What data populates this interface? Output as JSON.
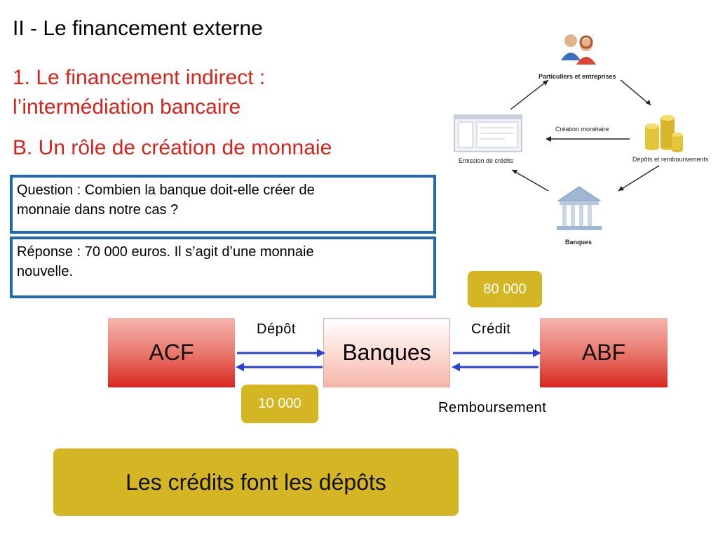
{
  "title": "II - Le financement externe",
  "subtitle": "1. Le financement indirect : l’intermédiation bancaire",
  "subtitle_lines": [
    "1. Le financement indirect :",
    "l’intermédiation bancaire"
  ],
  "section": "B. Un rôle de création de monnaie",
  "question": "Question : Combien la banque doit-elle créer de monnaie dans notre cas ?",
  "question_lines": [
    "Question : Combien la banque doit-elle créer de",
    "monnaie dans notre cas ?"
  ],
  "answer": "Réponse : 70 000 euros. Il s’agit d’une monnaie nouvelle.",
  "answer_lines": [
    "Réponse : 70 000 euros. Il s’agit d’une monnaie",
    "nouvelle."
  ],
  "diagram": {
    "acf": "ACF",
    "banques": "Banques",
    "abf": "ABF",
    "depot_label": "Dépôt",
    "credit_label": "Crédit",
    "remboursement_label": "Remboursement",
    "amount_credit": "80 000",
    "amount_depot": "10 000"
  },
  "conclusion": "Les crédits font les dépôts",
  "illustration": {
    "particuliers": "Particuliers et entreprises",
    "creation": "Création monétaire",
    "emission": "Emission de crédits",
    "depots": "Dépôts et remboursements",
    "banques": "Banques"
  },
  "colors": {
    "red_text": "#d6231c",
    "frame_blue": "#1f68b4",
    "gold": "#d4b523",
    "arrow_blue": "#2a3fd6"
  }
}
